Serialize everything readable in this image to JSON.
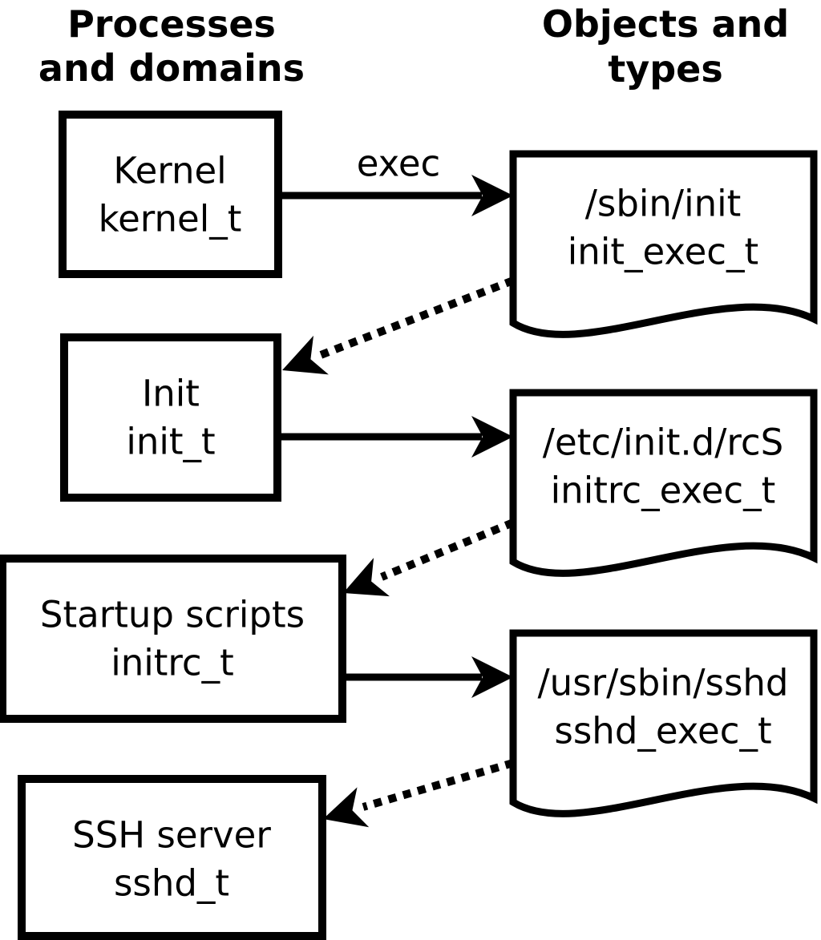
{
  "diagram": {
    "column_titles": {
      "left": {
        "line1": "Processes",
        "line2": "and domains"
      },
      "right": {
        "line1": "Objects and",
        "line2": "types"
      }
    },
    "exec_label": "exec",
    "processes": [
      {
        "label": "Kernel",
        "domain": "kernel_t"
      },
      {
        "label": "Init",
        "domain": "init_t"
      },
      {
        "label": "Startup scripts",
        "domain": "initrc_t"
      },
      {
        "label": "SSH server",
        "domain": "sshd_t"
      }
    ],
    "objects": [
      {
        "path": "/sbin/init",
        "type": "init_exec_t"
      },
      {
        "path": "/etc/init.d/rcS",
        "type": "initrc_exec_t"
      },
      {
        "path": "/usr/sbin/sshd",
        "type": "sshd_exec_t"
      }
    ],
    "colors": {
      "ink": "#000000",
      "paper": "#ffffff"
    }
  }
}
